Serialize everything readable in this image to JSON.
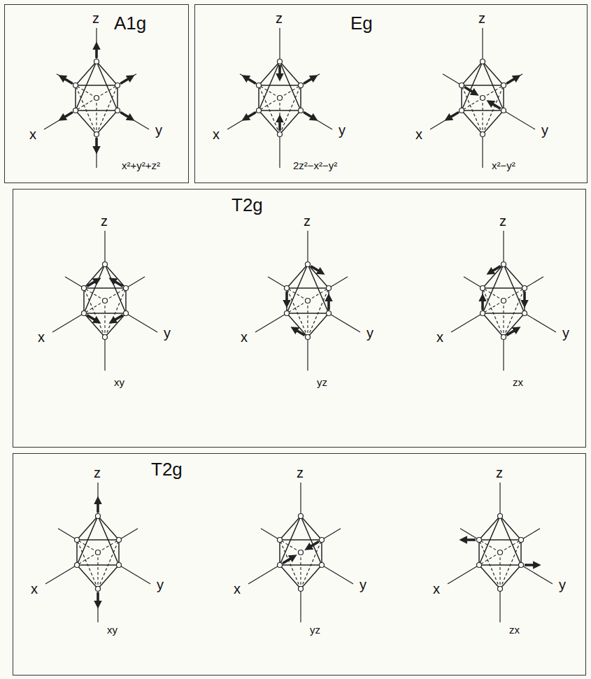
{
  "diagram": {
    "nodes": [
      {
        "text": [
          "A1g",
          "x²+y²+z²"
        ]
      },
      {
        "text": [
          "Eg",
          "2z²−x²−y²",
          "x²−y²"
        ]
      },
      {
        "text": [
          "T2g",
          "xy",
          "yz",
          "zx"
        ]
      },
      {
        "text": [
          "T2g",
          "xy",
          "yz",
          "zx"
        ]
      }
    ],
    "edges": [],
    "labels": [
      "z",
      "x",
      "y",
      "z",
      "x",
      "y",
      "z",
      "x",
      "y",
      "z",
      "x",
      "y",
      "z",
      "x",
      "y",
      "z",
      "x",
      "y",
      "z",
      "x",
      "y",
      "z",
      "x",
      "y",
      "z",
      "x",
      "y"
    ]
  }
}
